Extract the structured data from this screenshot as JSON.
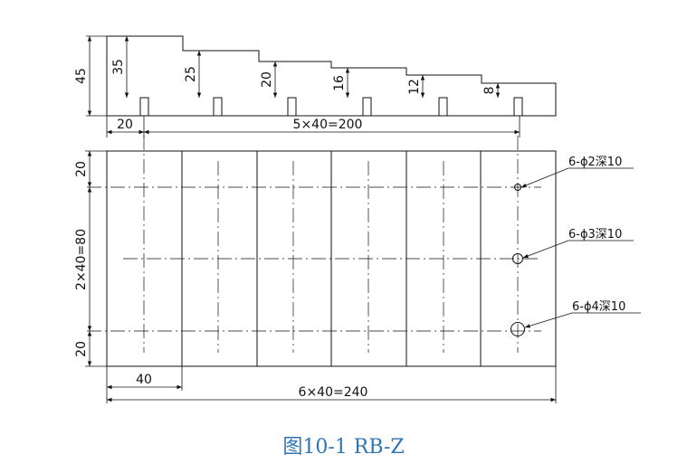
{
  "caption": "图10-1 RB-Z",
  "side_view": {
    "overall_height": "45",
    "step_heights": [
      "35",
      "25",
      "20",
      "16",
      "12",
      "8"
    ]
  },
  "dimensions": {
    "edge_offset_top": "20",
    "hole_spacing_top": "5×40=200",
    "left_margin": "20",
    "vertical_spacing": "2×40=80",
    "bottom_margin": "20",
    "block_width": "40",
    "overall_width": "6×40=240"
  },
  "hole_notes": [
    "6-ϕ2深10",
    "6-ϕ3深10",
    "6-ϕ4深10"
  ]
}
